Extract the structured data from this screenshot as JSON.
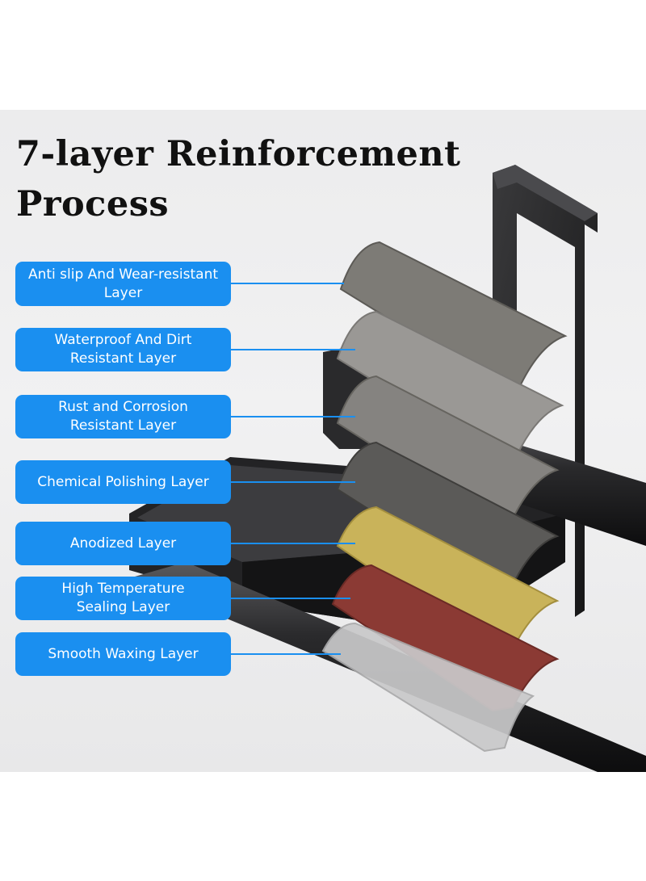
{
  "title": {
    "line1": "7-layer Reinforcement",
    "line2": "Process"
  },
  "layers": [
    {
      "line1": "Anti slip And Wear-resistant",
      "line2": "Layer",
      "color": "#7d7b76"
    },
    {
      "line1": "Waterproof And Dirt",
      "line2": "Resistant Layer",
      "color": "#9a9895"
    },
    {
      "line1": "Rust and Corrosion",
      "line2": "Resistant Layer",
      "color": "#858380"
    },
    {
      "line1": "Chemical Polishing Layer",
      "line2": "",
      "color": "#5b5a58"
    },
    {
      "line1": "Anodized Layer",
      "line2": "",
      "color": "#c9b35a"
    },
    {
      "line1": "High Temperature",
      "line2": "Sealing Layer",
      "color": "#8b3a34"
    },
    {
      "line1": "Smooth Waxing Layer",
      "line2": "",
      "color": "#c9c9ca"
    }
  ],
  "colors": {
    "label_blue": "#1a8ff0",
    "frame_dark": "#1d1d1f",
    "background": "#ececed"
  }
}
